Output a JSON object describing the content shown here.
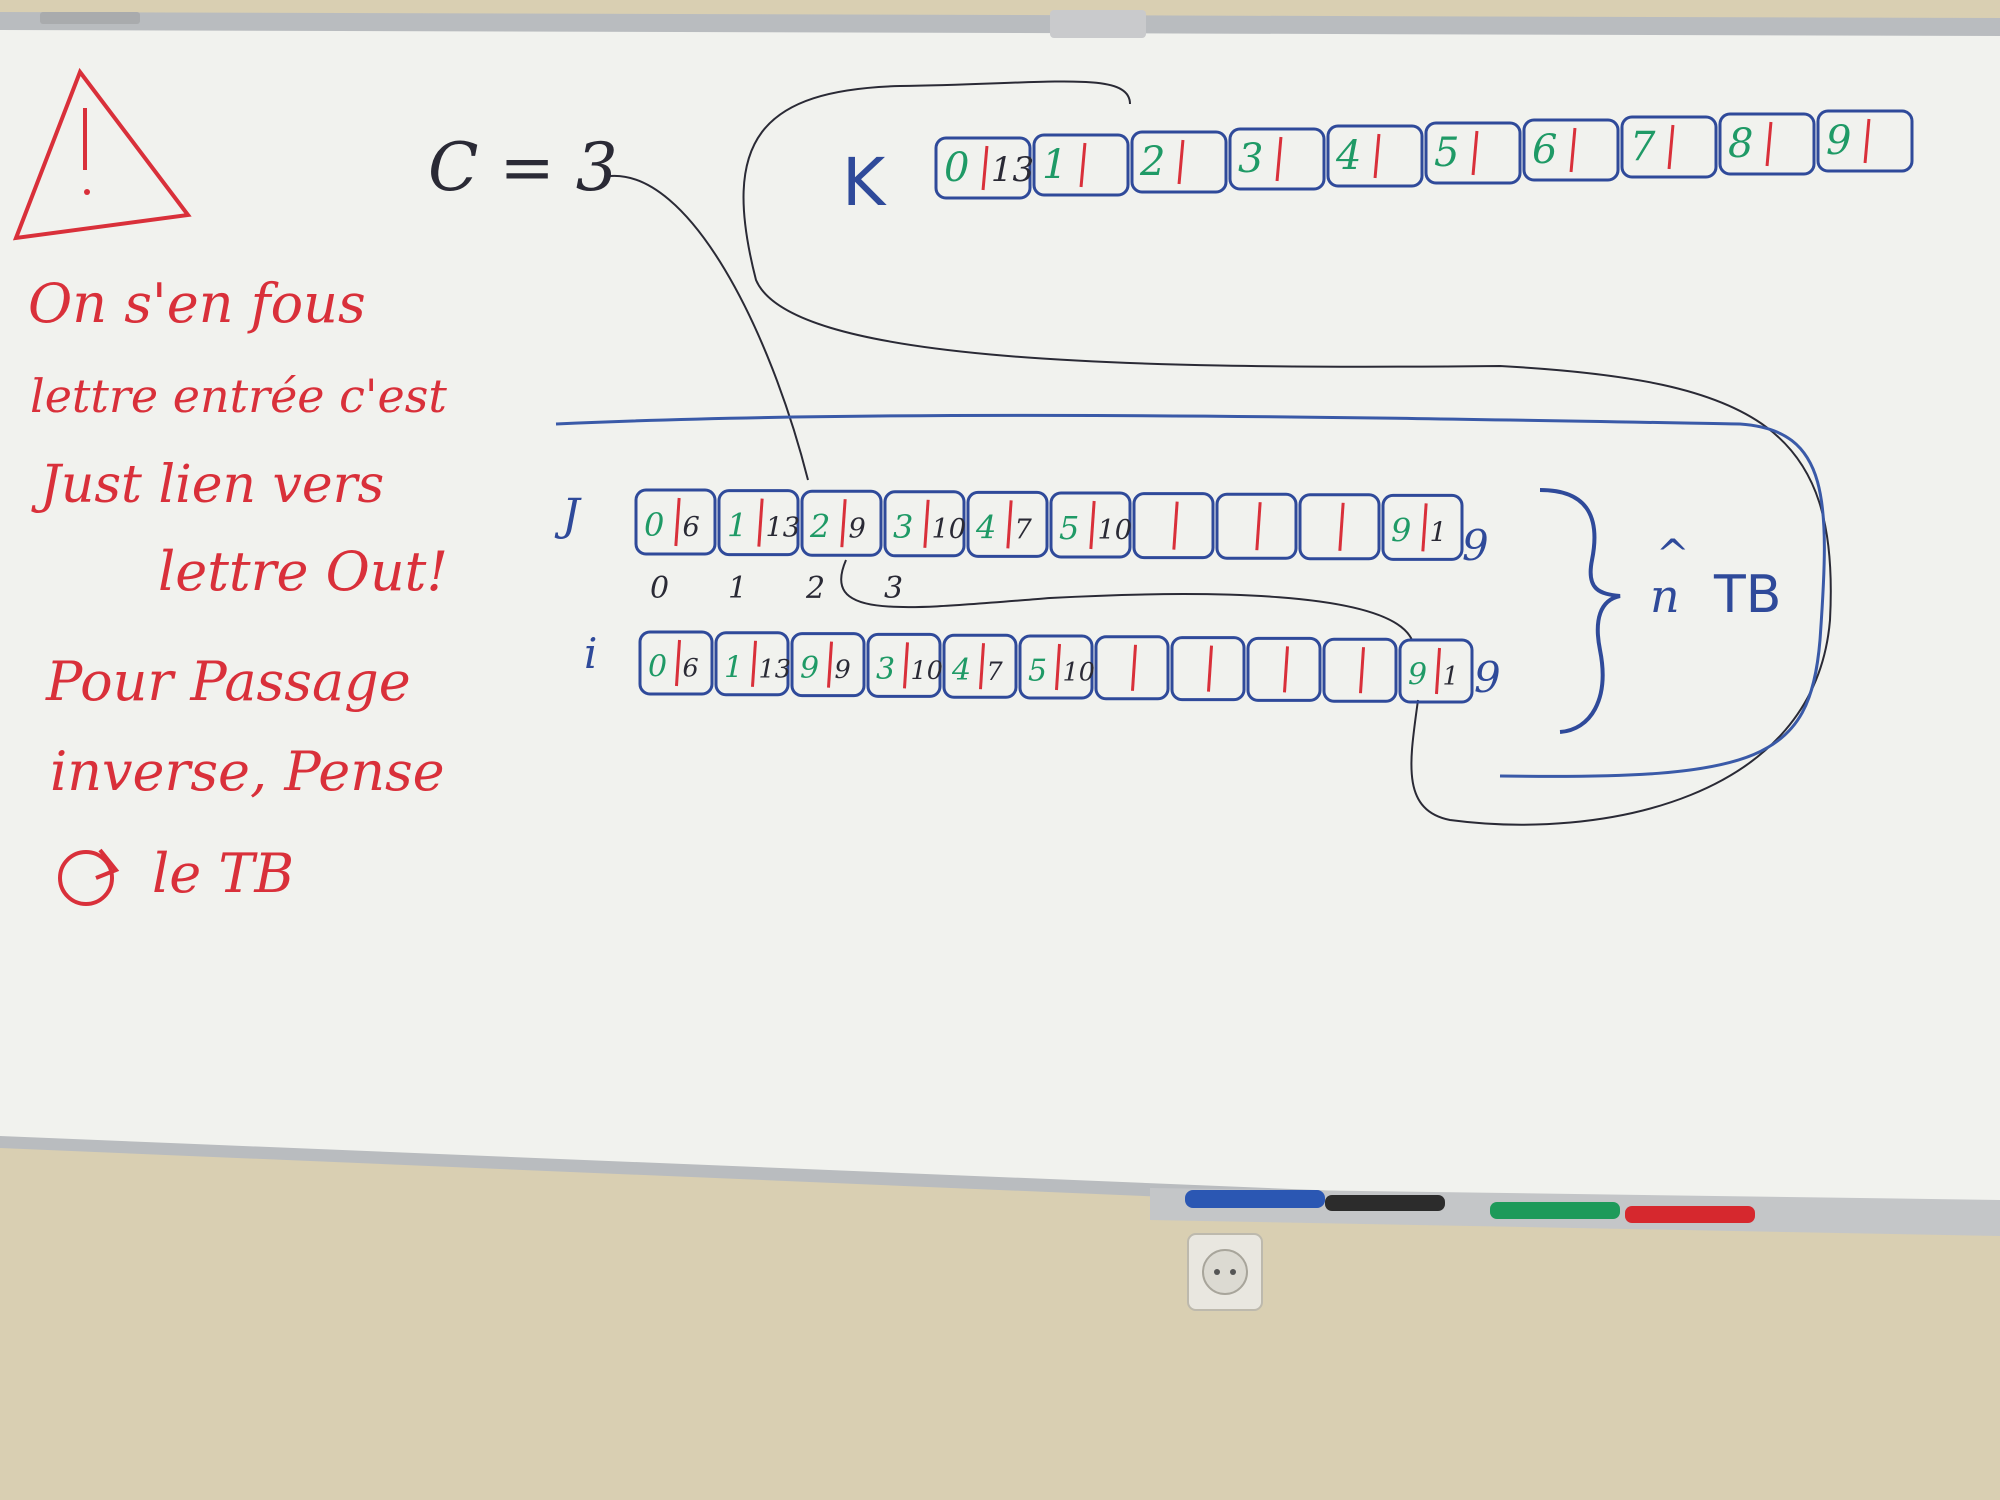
{
  "colors": {
    "wall": "#d9cfb2",
    "board": "#f1f2ee",
    "frame": "#b9bcbf",
    "red_marker": "#d9303a",
    "blue_marker": "#2f4a9a",
    "green_marker": "#1f9a66",
    "black_marker": "#2a2a35"
  },
  "notes": {
    "line1": "On s'en fous",
    "line2": "lettre entrée c'est",
    "line3": "Just lien vers",
    "line4": "lettre Out!",
    "line5": "Pour Passage",
    "line6": "inverse, Pense",
    "line7": "le TB"
  },
  "c_label": "C = 3",
  "k_row": {
    "label": "K",
    "cells": [
      {
        "a": "0",
        "b": "13"
      },
      {
        "a": "1",
        "b": ""
      },
      {
        "a": "2",
        "b": ""
      },
      {
        "a": "3",
        "b": ""
      },
      {
        "a": "4",
        "b": ""
      },
      {
        "a": "5",
        "b": ""
      },
      {
        "a": "6",
        "b": ""
      },
      {
        "a": "7",
        "b": ""
      },
      {
        "a": "8",
        "b": ""
      },
      {
        "a": "9",
        "b": ""
      }
    ]
  },
  "j_row": {
    "label": "J",
    "cells": [
      {
        "a": "0",
        "b": "6"
      },
      {
        "a": "1",
        "b": "13"
      },
      {
        "a": "2",
        "b": "9"
      },
      {
        "a": "3",
        "b": "10"
      },
      {
        "a": "4",
        "b": "7"
      },
      {
        "a": "5",
        "b": "10"
      },
      {
        "a": "",
        "b": ""
      },
      {
        "a": "",
        "b": ""
      },
      {
        "a": "",
        "b": ""
      },
      {
        "a": "9",
        "b": "1"
      }
    ],
    "after": "9",
    "indices": [
      "0",
      "1",
      "2",
      "3"
    ]
  },
  "i_row": {
    "label": "i",
    "cells": [
      {
        "a": "0",
        "b": "6"
      },
      {
        "a": "1",
        "b": "13"
      },
      {
        "a": "9",
        "b": "9"
      },
      {
        "a": "3",
        "b": "10"
      },
      {
        "a": "4",
        "b": "7"
      },
      {
        "a": "5",
        "b": "10"
      },
      {
        "a": "",
        "b": ""
      },
      {
        "a": "",
        "b": ""
      },
      {
        "a": "",
        "b": ""
      },
      {
        "a": "",
        "b": ""
      },
      {
        "a": "9",
        "b": "1"
      }
    ],
    "after": "9"
  },
  "brace_label": "TB",
  "brace_hat": "^",
  "brace_n": "n",
  "markers": [
    "blue-marker",
    "black-marker",
    "green-marker",
    "red-marker"
  ]
}
